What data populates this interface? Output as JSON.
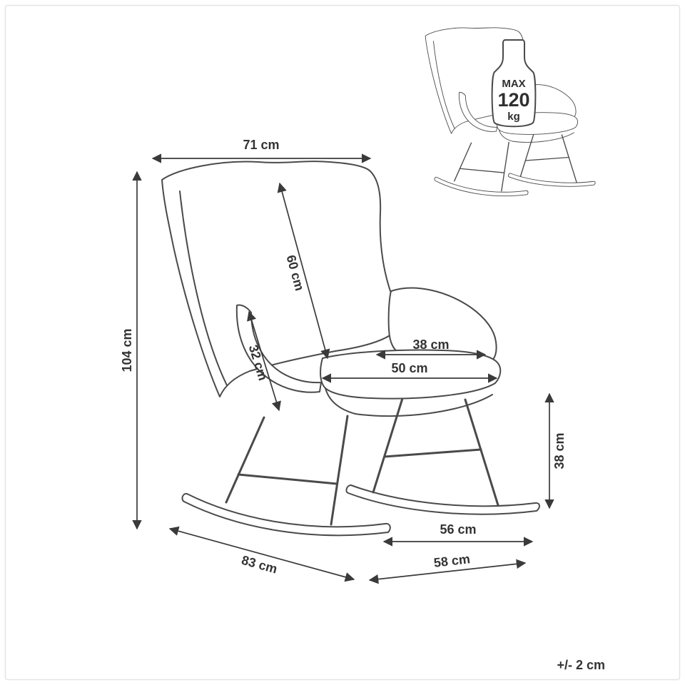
{
  "diagram": {
    "type": "product-dimension-diagram",
    "subject": "rocking chair",
    "colors": {
      "line": "#4a4a4a",
      "text": "#333333",
      "frame": "#e4e4e4"
    },
    "tolerance_note": "+/- 2 cm",
    "weight_badge": {
      "icon": "weight-bottle-icon",
      "max_label": "MAX",
      "value": "120",
      "unit": "kg"
    },
    "dimensions": {
      "backrest_top_width": "71 cm",
      "total_height": "104 cm",
      "backrest_length": "60 cm",
      "armrest_height": "32 cm",
      "seat_depth": "38 cm",
      "seat_width": "50 cm",
      "seat_height": "38 cm",
      "base_inner_width": "56 cm",
      "rocker_length": "83 cm",
      "base_width": "58 cm"
    }
  }
}
